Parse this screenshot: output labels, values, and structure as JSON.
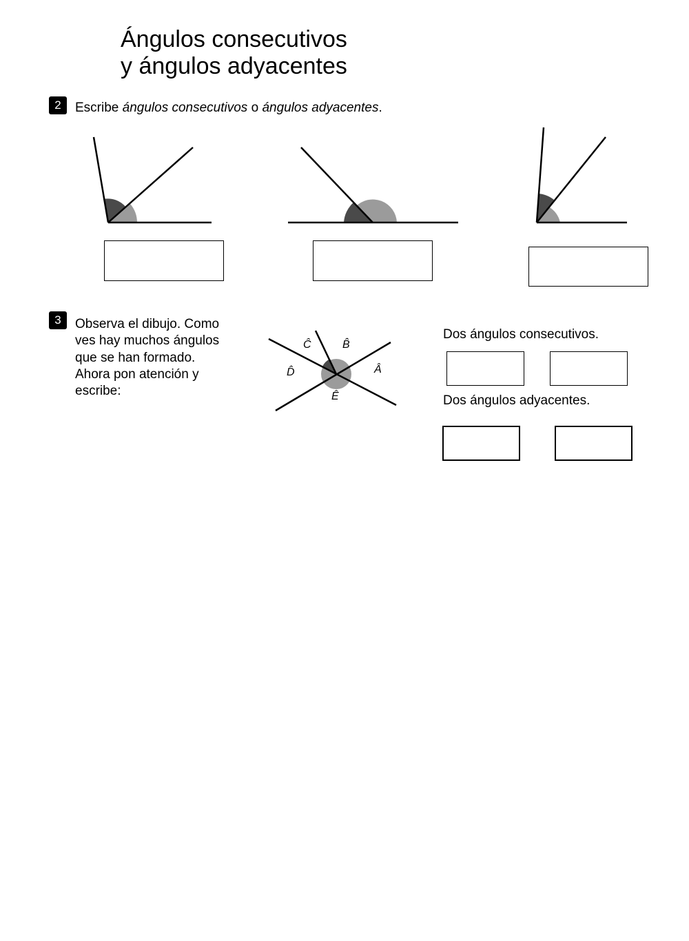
{
  "title": {
    "line1": "Ángulos consecutivos",
    "line2": "y ángulos adyacentes"
  },
  "exercise2": {
    "number": "2",
    "instruction": {
      "prefix": "Escribe ",
      "term1": "ángulos consecutivos",
      "middle": " o ",
      "term2": "ángulos adyacentes",
      "suffix": "."
    }
  },
  "exercise3": {
    "number": "3",
    "text_lines": [
      "Observa el dibujo. Como",
      "ves hay muchos ángulos",
      "que se han formado.",
      "Ahora pon atención y",
      "escribe:"
    ],
    "angle_labels": {
      "A": "Â",
      "B": "B̂",
      "C": "Ĉ",
      "D": "D̂",
      "E": "Ê"
    },
    "consecutive_label": "Dos ángulos consecutivos.",
    "adjacent_label": "Dos ángulos adyacentes."
  },
  "colors": {
    "dark_angle": "#4a4a4a",
    "light_angle": "#9b9b9b"
  }
}
